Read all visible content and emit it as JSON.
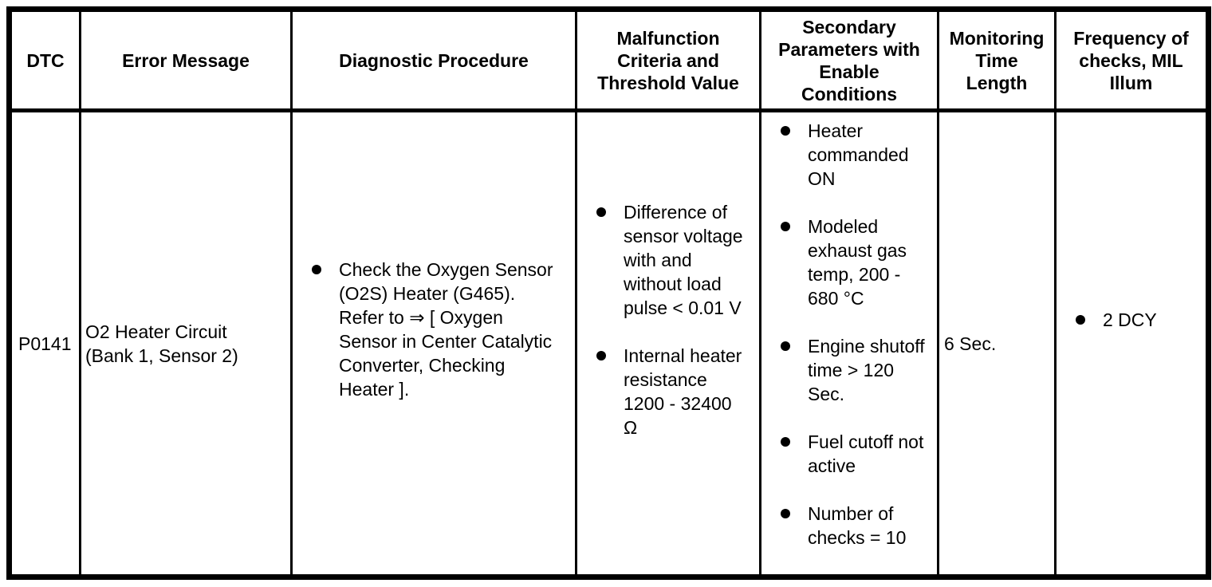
{
  "colors": {
    "border": "#000000",
    "text": "#000000",
    "background": "#ffffff"
  },
  "table": {
    "headers": [
      {
        "id": "dtc",
        "lines": [
          "DTC"
        ]
      },
      {
        "id": "error_message",
        "lines": [
          "Error Message"
        ]
      },
      {
        "id": "diagnostic_procedure",
        "lines": [
          "Diagnostic Procedure"
        ]
      },
      {
        "id": "malfunction_criteria",
        "lines": [
          "Malfunction",
          "Criteria and",
          "Threshold Value"
        ]
      },
      {
        "id": "secondary_parameters",
        "lines": [
          "Secondary",
          "Parameters with",
          "Enable",
          "Conditions"
        ]
      },
      {
        "id": "monitoring_time",
        "lines": [
          "Monitoring",
          "Time",
          "Length"
        ]
      },
      {
        "id": "frequency_of_checks",
        "lines": [
          "Frequency of",
          "checks, MIL",
          "Illum"
        ]
      }
    ],
    "row": {
      "dtc": "P0141",
      "error_message": "O2 Heater Circuit (Bank 1, Sensor 2)",
      "diagnostic_procedure": [
        {
          "lines": [
            "Check the Oxygen Sensor (O2S) Heater (G465).",
            "Refer to ⇒ [ Oxygen Sensor in Center Catalytic Converter, Checking Heater ]."
          ]
        }
      ],
      "malfunction_criteria": [
        "Difference of sensor voltage with and without load pulse < 0.01 V",
        "Internal heater resistance 1200 - 32400 Ω"
      ],
      "secondary_parameters": [
        "Heater commanded ON",
        "Modeled exhaust gas temp, 200 - 680 °C",
        "Engine shutoff time > 120 Sec.",
        "Fuel cutoff not active",
        "Number of checks = 10"
      ],
      "monitoring_time": "6 Sec.",
      "frequency_of_checks": [
        "2 DCY"
      ]
    }
  }
}
